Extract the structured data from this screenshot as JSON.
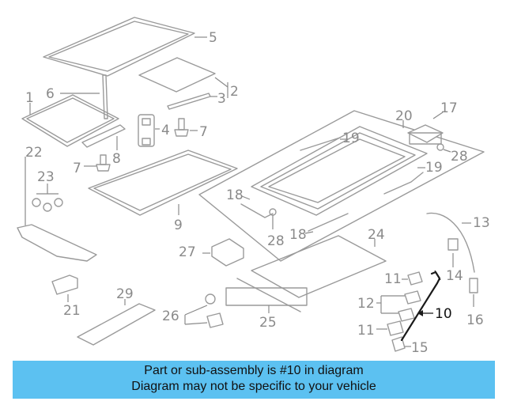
{
  "callouts": {
    "c1": "1",
    "c2": "2",
    "c3": "3",
    "c4": "4",
    "c5": "5",
    "c6": "6",
    "c7a": "7",
    "c7b": "7",
    "c8": "8",
    "c9": "9",
    "c10": "10",
    "c11a": "11",
    "c11b": "11",
    "c12": "12",
    "c13": "13",
    "c14": "14",
    "c15": "15",
    "c16": "16",
    "c17": "17",
    "c18a": "18",
    "c18b": "18",
    "c19a": "19",
    "c19b": "19",
    "c20": "20",
    "c21": "21",
    "c22": "22",
    "c23": "23",
    "c24": "24",
    "c25": "25",
    "c26": "26",
    "c27": "27",
    "c28a": "28",
    "c28b": "28",
    "c29": "29"
  },
  "highlighted_part": "10",
  "banner": {
    "line1": "Part or sub-assembly is #10 in diagram",
    "line2": "Diagram may not be specific to your vehicle",
    "color": "#5cc1f1"
  }
}
